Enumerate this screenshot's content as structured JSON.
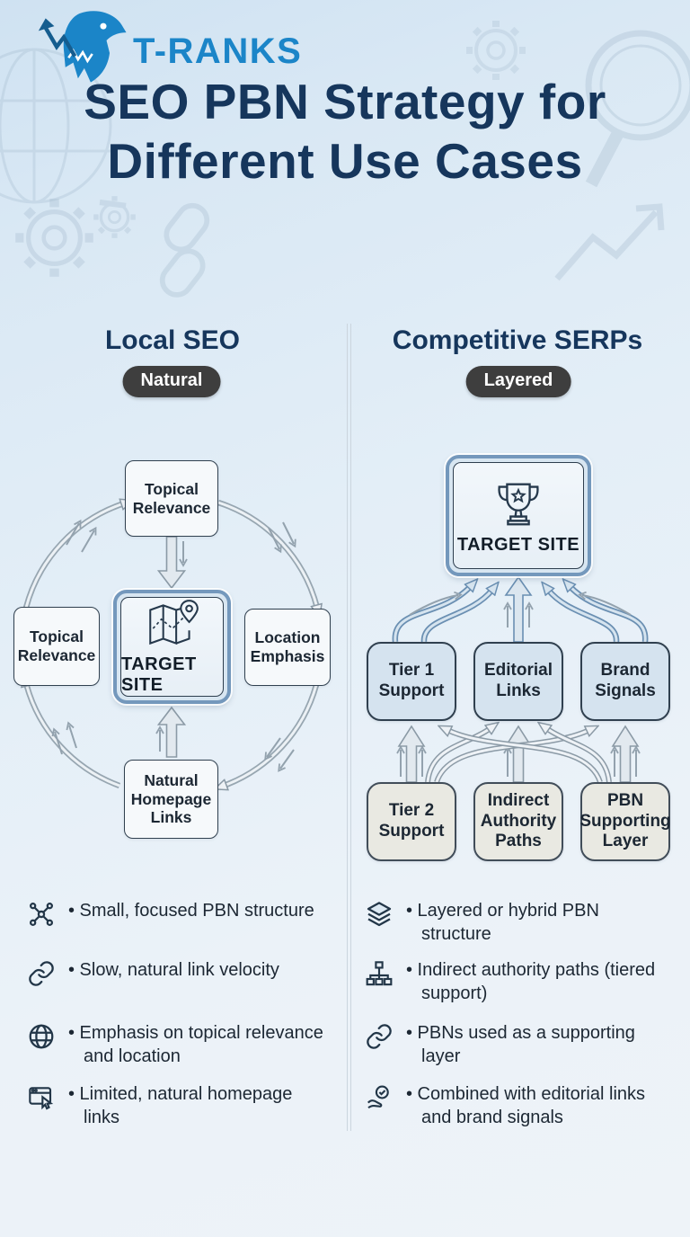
{
  "brand": {
    "name": "T-RANKS",
    "logo_icon": "trex-arrow-logo"
  },
  "header": {
    "title_line1": "SEO PBN Strategy for",
    "title_line2": "Different Use Cases"
  },
  "left_column": {
    "heading": "Local SEO",
    "badge": "Natural",
    "diagram": {
      "target_label": "TARGET SITE",
      "target_icon": "map-location-icon",
      "nodes": {
        "top": "Topical Relevance",
        "right": "Location Emphasis",
        "bottom": "Natural Homepage Links",
        "left": "Topical Relevance"
      }
    },
    "features": [
      {
        "icon": "network-icon",
        "text": "• Small, focused PBN structure"
      },
      {
        "icon": "link-icon",
        "text": "• Slow, natural link velocity"
      },
      {
        "icon": "globe-icon",
        "text": "• Emphasis on topical relevance and location"
      },
      {
        "icon": "homepage-click-icon",
        "text": "• Limited, natural homepage links"
      }
    ]
  },
  "right_column": {
    "heading": "Competitive SERPs",
    "badge": "Layered",
    "diagram": {
      "target_label": "TARGET SITE",
      "target_icon": "trophy-icon",
      "middle_row": [
        "Tier 1 Support",
        "Editorial Links",
        "Brand Signals"
      ],
      "bottom_row": [
        "Tier 2 Support",
        "Indirect Authority Paths",
        "PBN Supporting Layer"
      ]
    },
    "features": [
      {
        "icon": "layers-icon",
        "text": "• Layered or hybrid PBN structure"
      },
      {
        "icon": "sitemap-icon",
        "text": "• Indirect authority paths (tiered support)"
      },
      {
        "icon": "link-icon",
        "text": "• PBNs used as a supporting layer"
      },
      {
        "icon": "hand-check-icon",
        "text": "• Combined with editorial links and brand signals"
      }
    ]
  },
  "colors": {
    "title_color": "#16365c",
    "logo_blue": "#1b85c8",
    "badge_bg": "#3e3e3e",
    "badge_text": "#ffffff",
    "frame_blue": "#7498bc",
    "box_blue_fill": "#d5e3ef",
    "box_gray_fill": "#e9e9e2",
    "node_fill": "#f6f9fb",
    "arrow_gray": "#8b9aa6",
    "arrow_blue": "#6a8fb2",
    "text_dark": "#1c2733"
  }
}
